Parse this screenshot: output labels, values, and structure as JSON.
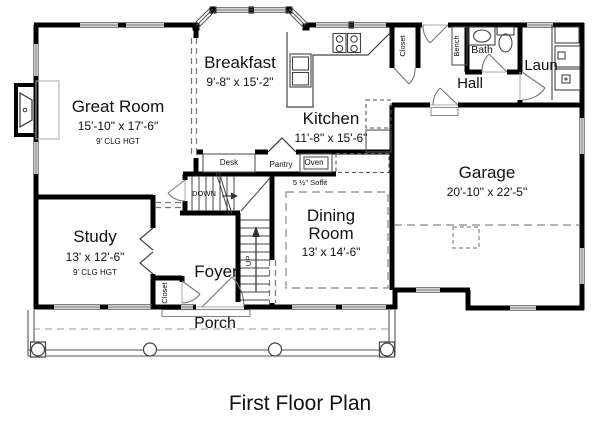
{
  "title": "First Floor Plan",
  "rooms": {
    "great_room": {
      "name": "Great Room",
      "dims": "15'-10\" x 17'-6\"",
      "ceiling": "9' CLG HGT"
    },
    "breakfast": {
      "name": "Breakfast",
      "dims": "9'-8\" x 15'-2\""
    },
    "kitchen": {
      "name": "Kitchen",
      "dims": "11'-8\" x 15'-6\""
    },
    "dining_room": {
      "name_line1": "Dining",
      "name_line2": "Room",
      "dims": "13' x 14'-6\""
    },
    "study": {
      "name": "Study",
      "dims": "13' x 12'-6\"",
      "ceiling": "9' CLG HGT"
    },
    "garage": {
      "name": "Garage",
      "dims": "20'-10\" x 22'-5\""
    },
    "foyer": {
      "name": "Foyer"
    },
    "hall": {
      "name": "Hall"
    },
    "bath": {
      "name": "Bath"
    },
    "laundry": {
      "name": "Laun"
    },
    "porch": {
      "name": "Porch"
    }
  },
  "annotations": {
    "desk": "Desk",
    "pantry": "Pantry",
    "oven": "Oven",
    "down": "DOWN",
    "up": "UP",
    "closet_foyer": "Closet",
    "closet_hall": "Closet",
    "bench": "Bench",
    "soffit": "5 ½\" Soffit"
  },
  "colors": {
    "walls": "#000000",
    "thin_lines": "#555555",
    "background": "#ffffff"
  }
}
